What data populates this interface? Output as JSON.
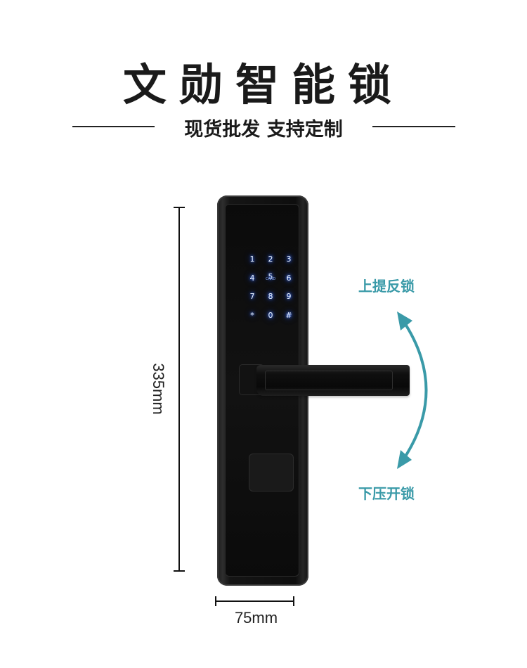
{
  "header": {
    "title": "文勋智能锁",
    "subtitle": "现货批发 支持定制"
  },
  "dimensions": {
    "height_label": "335mm",
    "width_label": "75mm"
  },
  "actions": {
    "lift_label": "上提反锁",
    "press_label": "下压开锁"
  },
  "keypad": {
    "keys": [
      "1",
      "2",
      "3",
      "4",
      "5",
      "6",
      "7",
      "8",
      "9",
      "*",
      "0",
      "#"
    ],
    "card_label": "CARD"
  },
  "colors": {
    "accent": "#3a9aa8",
    "keypad_glow": "#3366ff",
    "lock_body": "#111111"
  }
}
